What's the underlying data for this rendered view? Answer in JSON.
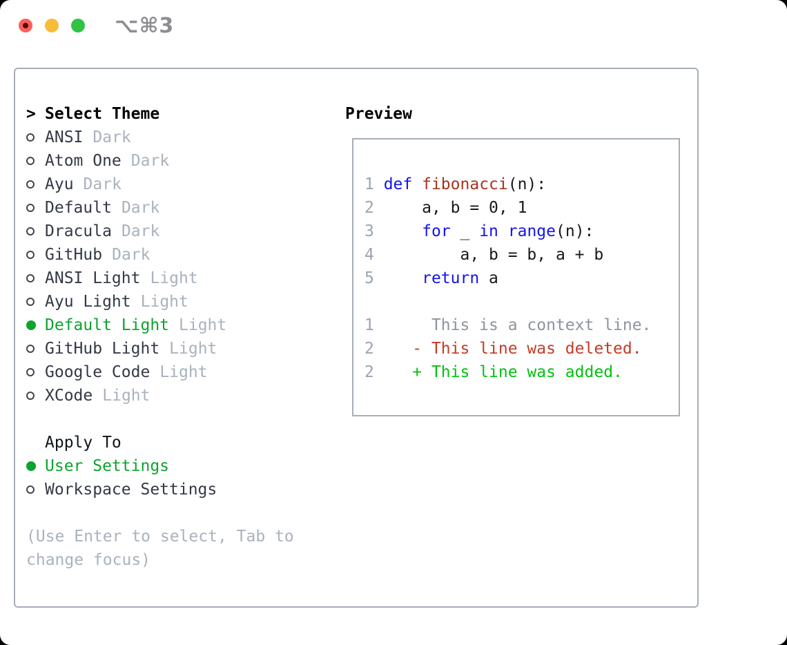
{
  "titlebar": {
    "shortcut": "⌥⌘3",
    "buttons": [
      "close",
      "minimize",
      "zoom"
    ]
  },
  "theme_panel": {
    "header_marker": ">",
    "header": "Select Theme",
    "items": [
      {
        "name": "ANSI",
        "variant": "Dark",
        "selected": false
      },
      {
        "name": "Atom One",
        "variant": "Dark",
        "selected": false
      },
      {
        "name": "Ayu",
        "variant": "Dark",
        "selected": false
      },
      {
        "name": "Default",
        "variant": "Dark",
        "selected": false
      },
      {
        "name": "Dracula",
        "variant": "Dark",
        "selected": false
      },
      {
        "name": "GitHub",
        "variant": "Dark",
        "selected": false
      },
      {
        "name": "ANSI Light",
        "variant": "Light",
        "selected": false
      },
      {
        "name": "Ayu Light",
        "variant": "Light",
        "selected": false
      },
      {
        "name": "Default Light",
        "variant": "Light",
        "selected": true
      },
      {
        "name": "GitHub Light",
        "variant": "Light",
        "selected": false
      },
      {
        "name": "Google Code",
        "variant": "Light",
        "selected": false
      },
      {
        "name": "XCode",
        "variant": "Light",
        "selected": false
      }
    ],
    "apply_header": "Apply To",
    "apply_items": [
      {
        "label": "User Settings",
        "selected": true
      },
      {
        "label": "Workspace Settings",
        "selected": false
      }
    ],
    "help_text": "(Use Enter to select, Tab to change focus)"
  },
  "preview_panel": {
    "header": "Preview",
    "lines": [
      {
        "segments": [
          {
            "text": "1 ",
            "style": "num"
          },
          {
            "text": "def",
            "style": "kw"
          },
          {
            "text": " ",
            "style": "plain"
          },
          {
            "text": "fibonacci",
            "style": "fn"
          },
          {
            "text": "(n):",
            "style": "plain"
          }
        ]
      },
      {
        "segments": [
          {
            "text": "2",
            "style": "num"
          },
          {
            "text": "     a, b = 0, 1",
            "style": "plain"
          }
        ]
      },
      {
        "segments": [
          {
            "text": "3",
            "style": "num"
          },
          {
            "text": "     ",
            "style": "plain"
          },
          {
            "text": "for",
            "style": "kw"
          },
          {
            "text": " _ ",
            "style": "plain"
          },
          {
            "text": "in",
            "style": "kw"
          },
          {
            "text": " ",
            "style": "plain"
          },
          {
            "text": "range",
            "style": "kw"
          },
          {
            "text": "(n):",
            "style": "plain"
          }
        ]
      },
      {
        "segments": [
          {
            "text": "4",
            "style": "num"
          },
          {
            "text": "         a, b = b, a + b",
            "style": "plain"
          }
        ]
      },
      {
        "segments": [
          {
            "text": "5",
            "style": "num"
          },
          {
            "text": "     ",
            "style": "plain"
          },
          {
            "text": "return",
            "style": "kw"
          },
          {
            "text": " a",
            "style": "plain"
          }
        ]
      },
      {
        "segments": []
      },
      {
        "segments": [
          {
            "text": "1",
            "style": "num"
          },
          {
            "text": "      This is a context line.",
            "style": "ctx"
          }
        ]
      },
      {
        "segments": [
          {
            "text": "2",
            "style": "num"
          },
          {
            "text": "    ",
            "style": "plain"
          },
          {
            "text": "- This line was deleted.",
            "style": "del"
          }
        ]
      },
      {
        "segments": [
          {
            "text": "2",
            "style": "num"
          },
          {
            "text": "    ",
            "style": "plain"
          },
          {
            "text": "+ This line was added.",
            "style": "add"
          }
        ]
      }
    ]
  },
  "colors": {
    "traffic_red": "#f9605a",
    "traffic_red_dot": "#5a0b04",
    "traffic_yellow": "#f8bc37",
    "traffic_green": "#30c345",
    "hotkey_gray": "#8d8d92",
    "box_border": "#a7aeb9",
    "item_name": "#333945",
    "circle_outline": "#41454d",
    "muted_gray": "#a9b2bd",
    "selection_green": "#0ca32e",
    "line_number_gray": "#9ca4b0",
    "code_text": "#17181c",
    "keyword_blue": "#1313ef",
    "function_red": "#a8341f",
    "context_gray": "#8d949d",
    "deleted_red": "#c33b27",
    "added_green": "#00c20e"
  }
}
